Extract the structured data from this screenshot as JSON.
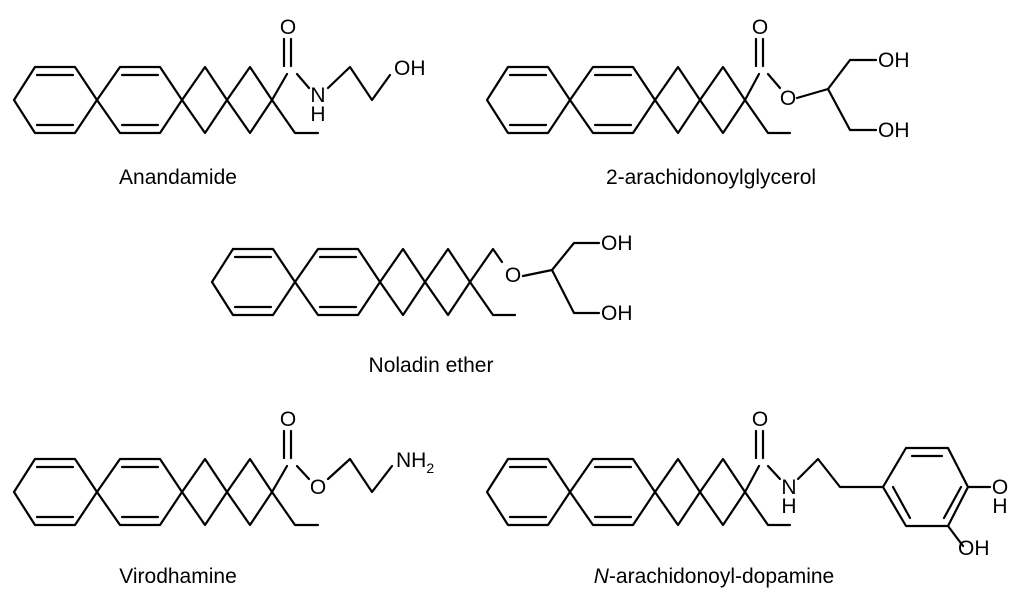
{
  "molecules": [
    {
      "name": "Anandamide",
      "atoms": {
        "carbonyl_oxygen": "O",
        "amide_n": "N",
        "amide_h": "H",
        "hydroxyl": "OH"
      }
    },
    {
      "name": "2-arachidonoylglycerol",
      "atoms": {
        "carbonyl_oxygen": "O",
        "ester_oxygen": "O",
        "hydroxyl_top": "OH",
        "hydroxyl_bottom": "OH"
      }
    },
    {
      "name": "Noladin ether",
      "atoms": {
        "ether_oxygen": "O",
        "hydroxyl_top": "OH",
        "hydroxyl_bottom": "OH"
      }
    },
    {
      "name": "Virodhamine",
      "atoms": {
        "carbonyl_oxygen": "O",
        "ester_oxygen": "O",
        "amine": "NH",
        "amine_subscript": "2"
      }
    },
    {
      "name_prefix": "N",
      "name_rest": "-arachidonoyl-dopamine",
      "atoms": {
        "carbonyl_oxygen": "O",
        "amide_n": "N",
        "amide_h": "H",
        "hydroxyl_top_o": "O",
        "hydroxyl_top_h": "H",
        "hydroxyl_bottom": "OH"
      }
    }
  ]
}
